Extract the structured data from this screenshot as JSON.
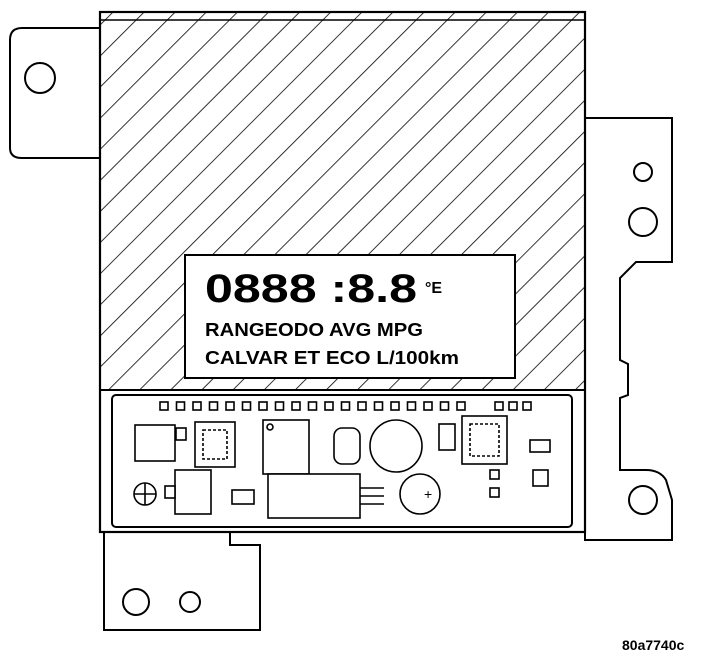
{
  "display": {
    "segment_readout": "0888 :8.8",
    "unit_suffix": "°E",
    "label_line_1": "RANGEODO AVG MPG",
    "label_line_2": "CALVAR ET ECO L/100km"
  },
  "figure_id": "80a7740c",
  "colors": {
    "ink": "#000000",
    "paper": "#ffffff"
  }
}
